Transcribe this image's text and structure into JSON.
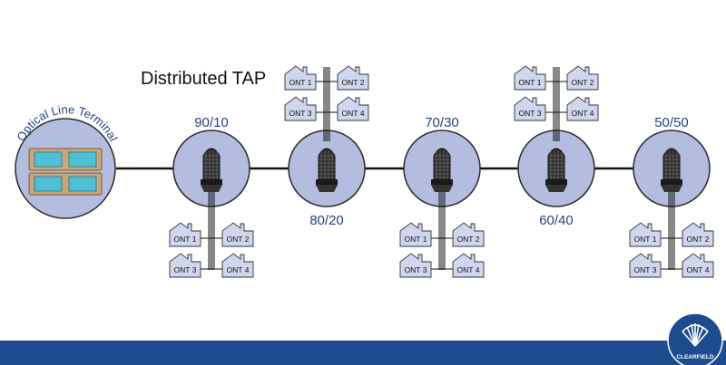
{
  "title": "Distributed TAP",
  "olt": {
    "label": "Optical Line Terminal"
  },
  "splitters": [
    {
      "ratio": "90/10",
      "label_pos": "top",
      "ont_pos": "bottom"
    },
    {
      "ratio": "80/20",
      "label_pos": "bottom",
      "ont_pos": "top"
    },
    {
      "ratio": "70/30",
      "label_pos": "top",
      "ont_pos": "bottom"
    },
    {
      "ratio": "60/40",
      "label_pos": "bottom",
      "ont_pos": "top"
    },
    {
      "ratio": "50/50",
      "label_pos": "top",
      "ont_pos": "bottom"
    }
  ],
  "ont_labels": [
    "ONT 1",
    "ONT 2",
    "ONT 3",
    "ONT 4"
  ],
  "brand": {
    "name": "CLEARFIELD"
  },
  "colors": {
    "circle_fill": "#b4bde0",
    "circle_stroke": "#2a2a2a",
    "ont_fill": "#d0d6ee",
    "line": "#111111",
    "rack": "#c9a77a",
    "port": "#4ec0d8",
    "label_blue": "#25437f",
    "footer": "#1e4b8e"
  }
}
